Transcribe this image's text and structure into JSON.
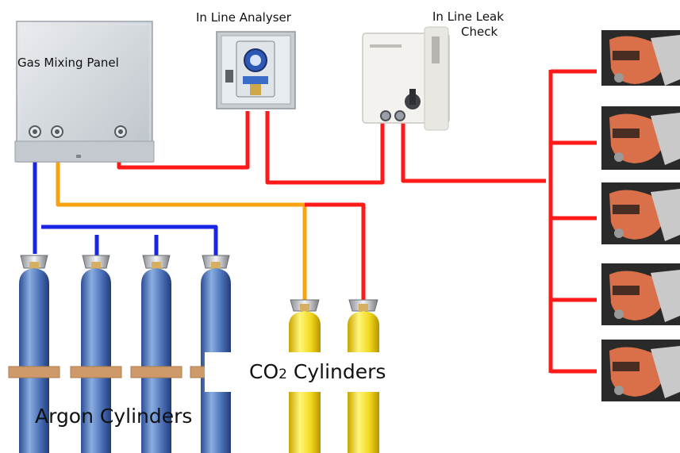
{
  "labels": {
    "gas_mixing_panel": "Gas Mixing Panel",
    "in_line_analyser": "In Line Analyser",
    "in_line_leak_check_line1": "In Line Leak",
    "in_line_leak_check_line2": "Check",
    "co2_prefix": "CO",
    "co2_subscript": "2",
    "co2_suffix": " Cylinders",
    "argon_cylinders": "Argon Cylinders"
  },
  "colors": {
    "argon_line": "#1a24e6",
    "co2_line": "#f9a20f",
    "mixed_gas_line": "#ff1a1a",
    "argon_cylinder": "#4d73b8",
    "co2_cylinder": "#f2e01c",
    "panel": "#cfd4d8"
  },
  "counts": {
    "argon_cylinders": 4,
    "co2_cylinders": 2,
    "welding_stations": 5
  }
}
